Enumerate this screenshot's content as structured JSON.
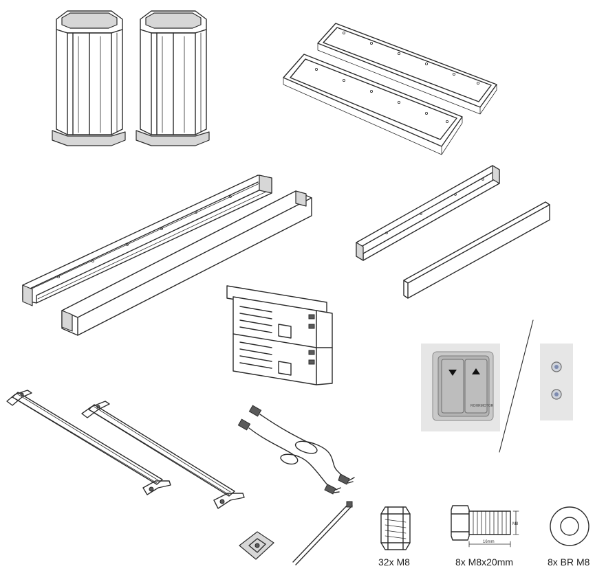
{
  "hardware": {
    "nut": {
      "caption": "32x M8"
    },
    "bolt": {
      "caption": "8x M8x20mm",
      "dim_length": "16mm",
      "dim_thread": "M8"
    },
    "washer": {
      "caption": "8x BR M8"
    }
  },
  "switch_panel": {
    "brand": "ROHRMOTOR"
  }
}
